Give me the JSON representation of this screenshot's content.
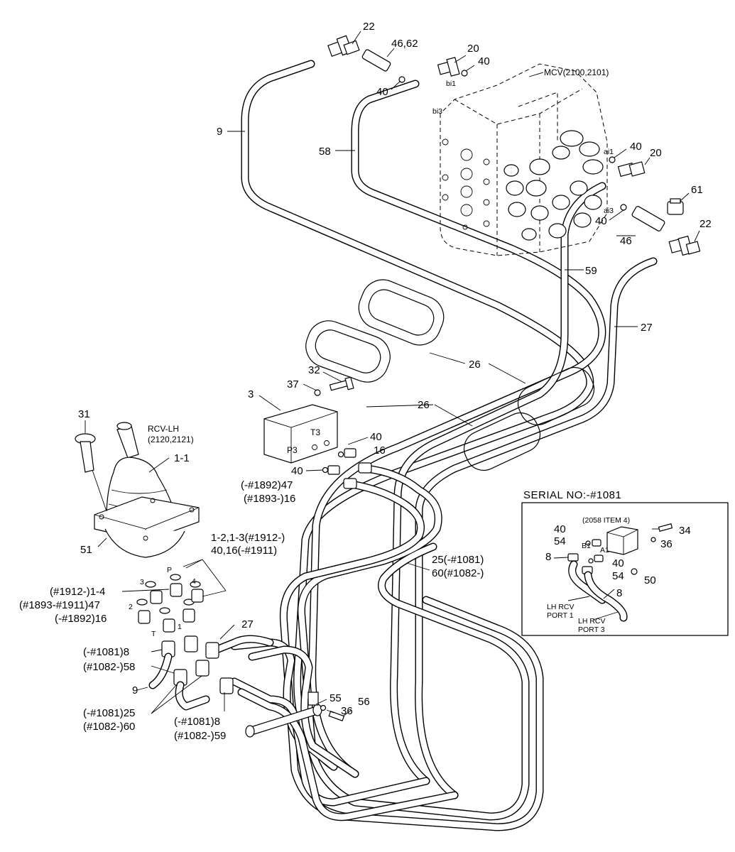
{
  "callouts": {
    "c22a": "22",
    "c4662": "46,62",
    "c20a": "20",
    "c40a": "40",
    "c40b": "40",
    "c9a": "9",
    "c58": "58",
    "c40c": "40",
    "c20b": "20",
    "c61": "61",
    "c40d": "40",
    "c22b": "22",
    "c46": "46",
    "c59": "59",
    "c27a": "27",
    "c26a": "26",
    "c26b": "26",
    "c32": "32",
    "c37": "37",
    "c3": "3",
    "c40e": "40",
    "c16a": "16",
    "c40f": "40",
    "c47a": "(-#1892)47",
    "c16b": "(#1893-)16",
    "c31": "31",
    "c11": "1-1",
    "c51": "51",
    "c12": "1-2,1-3(#1912-)",
    "c4016": "40,16(-#1911)",
    "c14": "(#1912-)1-4",
    "c47b": "(#1893-#1911)47",
    "c16c": "(-#1892)16",
    "c27b": "27",
    "c8a": "(-#1081)8",
    "c58b": "(#1082-)58",
    "c9b": "9",
    "c25a": "(-#1081)25",
    "c60a": "(#1082-)60",
    "c8b": "(-#1081)8",
    "c59b": "(#1082-)59",
    "c25b": "25(-#1081)",
    "c60b": "60(#1082-)",
    "c55": "55",
    "c36a": "36",
    "c56": "56"
  },
  "labels": {
    "mcv": "MCV(2100,2101)",
    "bi1": "bi1",
    "bi3": "bi3",
    "ai1": "ai1",
    "ai3": "ai3",
    "rcv": "RCV-LH",
    "rcv_sub": "(2120,2121)",
    "p3": "P3",
    "t3": "T3",
    "port3": "3",
    "portP": "P",
    "port4": "4",
    "port2": "2",
    "port1": "1",
    "portT": "T"
  },
  "inset": {
    "title": "SERIAL NO:-#1081",
    "item": "(2058 ITEM 4)",
    "c34": "34",
    "c36": "36",
    "c40a": "40",
    "c54a": "54",
    "b1": "B1",
    "c8a": "8",
    "a1": "A1",
    "c40b": "40",
    "c54b": "54",
    "c50": "50",
    "c8b": "8",
    "port1_a": "LH RCV",
    "port1_b": "PORT 1",
    "port3_a": "LH RCV",
    "port3_b": "PORT 3"
  }
}
